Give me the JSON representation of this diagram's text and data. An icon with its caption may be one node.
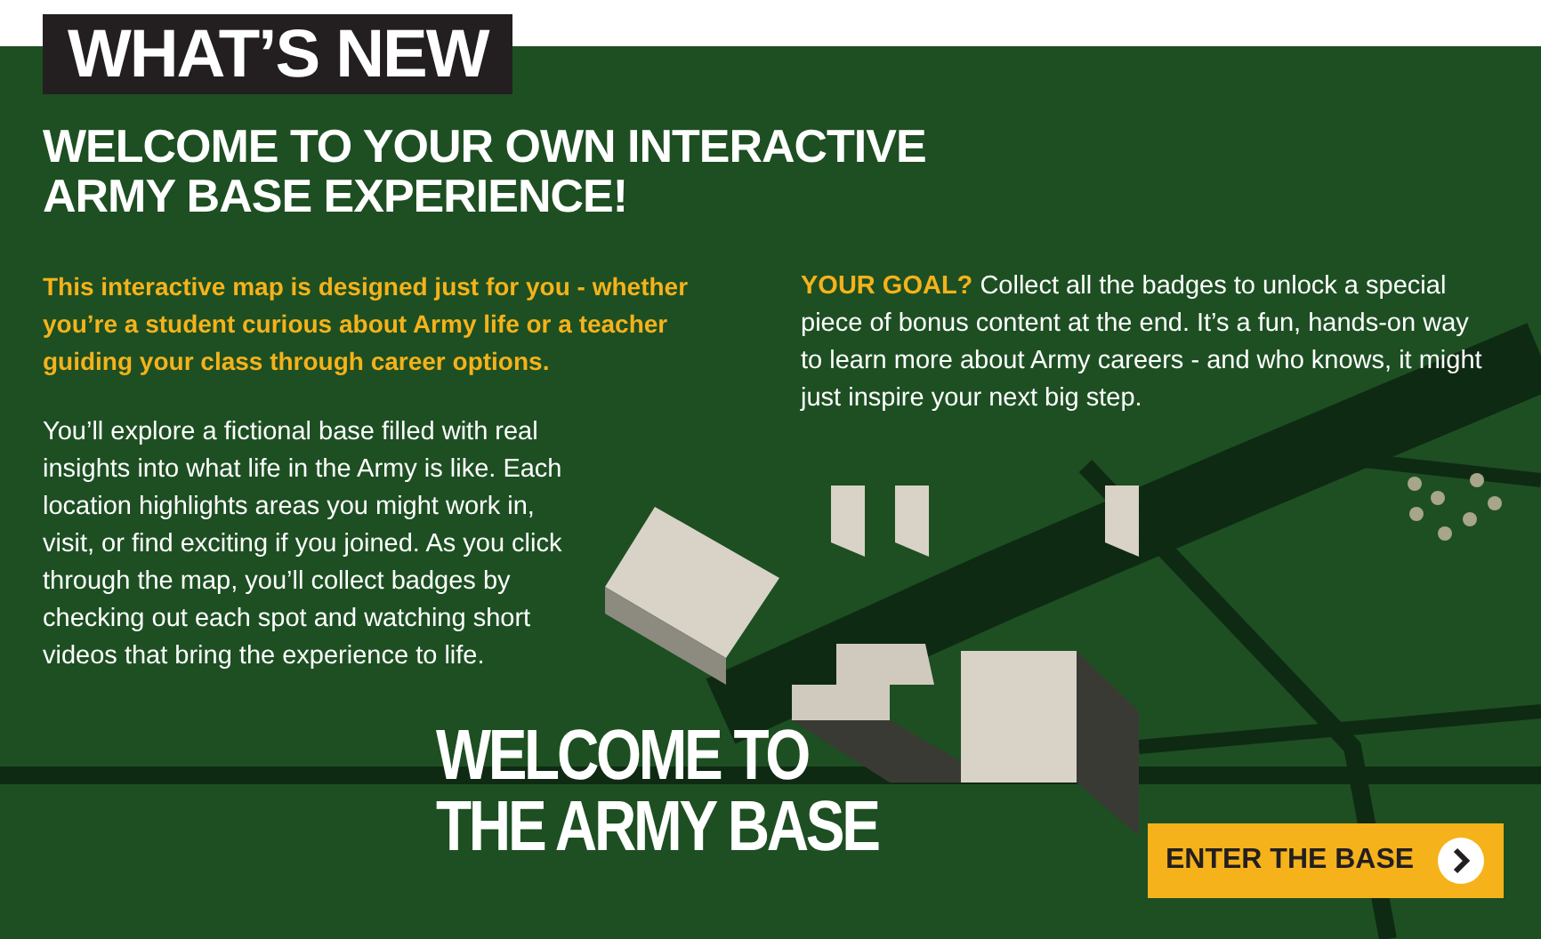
{
  "diagram": {
    "title": "WHAT’S NEW",
    "nodes": [
      {
        "text": [
          "ENTER THE BASE"
        ]
      }
    ],
    "labels": [
      "WELCOME TO YOUR OWN INTERACTIVE ARMY BASE EXPERIENCE!",
      "This interactive map is designed just for you - whether you’re a student curious about Army life or a teacher guiding your class through career options.",
      "You’ll explore a fictional base filled with real insights into what life in the Army is like. Each location highlights areas you might work in, visit, or find exciting if you joined. As you click through the map, you’ll collect badges by checking out each spot and watching short videos that bring the experience to life.",
      "**YOUR GOAL?** Collect all the badges to unlock a special piece of bonus content at the end. It’s a fun, hands-on way to learn more about Army careers - and who knows, it might just inspire your next big step.",
      "WELCOME TO THE ARMY BASE"
    ]
  }
}
